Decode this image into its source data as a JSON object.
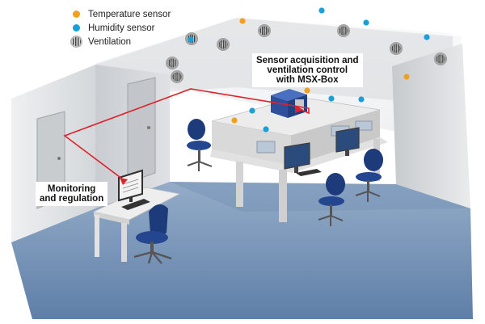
{
  "legend": {
    "items": [
      {
        "label": "Temperature sensor",
        "kind": "temperature",
        "color": "#f0a020"
      },
      {
        "label": "Humidity sensor",
        "kind": "humidity",
        "color": "#1a9fd8"
      },
      {
        "label": "Ventilation",
        "kind": "ventilation"
      }
    ]
  },
  "callouts": {
    "msx": {
      "lines": [
        "Sensor acquisition and",
        "ventilation control",
        "with MSX-Box"
      ]
    },
    "monitoring": {
      "lines": [
        "Monitoring",
        "and regulation"
      ]
    }
  },
  "colors": {
    "temperature": "#f0a020",
    "humidity": "#1a9fd8",
    "cable": "#e0202a",
    "floor": "#7e9cbf",
    "desk": "#e6e6e6",
    "chair": "#1d3a7a",
    "msx_box": "#2d4f9e"
  }
}
